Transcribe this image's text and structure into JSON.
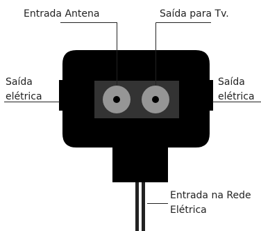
{
  "labels": {
    "antenna_input": "Entrada Antena",
    "tv_output": "Saída para Tv.",
    "left_outlet": [
      "Saída",
      "elétrica"
    ],
    "right_outlet": [
      "Saída",
      "elétrica"
    ],
    "mains_input": [
      "Entrada na Rede",
      "Elétrica"
    ]
  },
  "colors": {
    "body": "#000000",
    "panel": "#333333",
    "connector": "#969696",
    "leader_line": "#222222",
    "cable": "#222222"
  }
}
